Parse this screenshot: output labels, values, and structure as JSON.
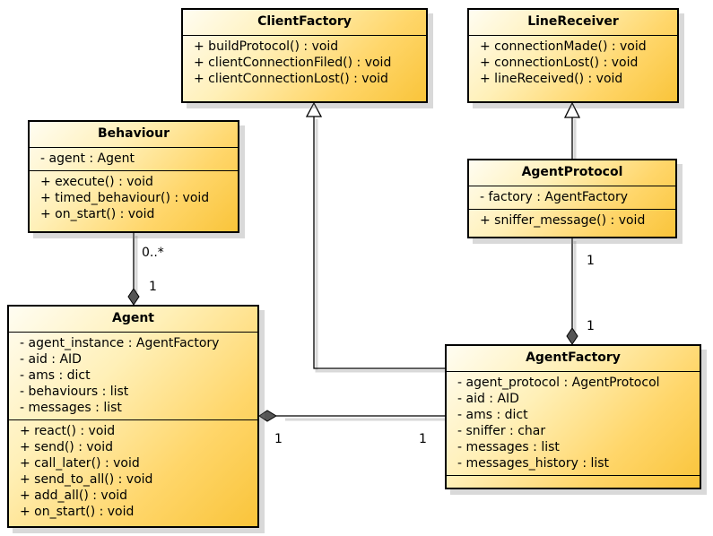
{
  "classes": {
    "client_factory": {
      "name": "ClientFactory",
      "attributes": [],
      "operations": [
        "+ buildProtocol() : void",
        "+ clientConnectionFiled() : void",
        "+ clientConnectionLost() : void"
      ]
    },
    "line_receiver": {
      "name": "LineReceiver",
      "attributes": [],
      "operations": [
        "+ connectionMade() : void",
        "+ connectionLost() : void",
        "+ lineReceived() : void"
      ]
    },
    "behaviour": {
      "name": "Behaviour",
      "attributes": [
        "- agent : Agent"
      ],
      "operations": [
        "+ execute() : void",
        "+ timed_behaviour() : void",
        "+ on_start() : void"
      ]
    },
    "agent_protocol": {
      "name": "AgentProtocol",
      "attributes": [
        "- factory : AgentFactory"
      ],
      "operations": [
        "+ sniffer_message() : void"
      ]
    },
    "agent": {
      "name": "Agent",
      "attributes": [
        "- agent_instance : AgentFactory",
        "- aid : AID",
        "- ams : dict",
        "- behaviours : list",
        "- messages : list"
      ],
      "operations": [
        "+ react() : void",
        "+ send() : void",
        "+ call_later() : void",
        "+ send_to_all() : void",
        "+ add_all() : void",
        "+ on_start() : void"
      ]
    },
    "agent_factory": {
      "name": "AgentFactory",
      "attributes": [
        "- agent_protocol : AgentProtocol",
        "- aid : AID",
        "- ams : dict",
        "- sniffer : char",
        "- messages : list",
        "- messages_history : list"
      ],
      "operations": []
    }
  },
  "multiplicities": {
    "behaviour_end": "0..*",
    "agent_end_behaviour": "1",
    "protocol_end": "1",
    "factory_end_protocol": "1",
    "agent_end_factory": "1",
    "factory_end_agent": "1"
  }
}
